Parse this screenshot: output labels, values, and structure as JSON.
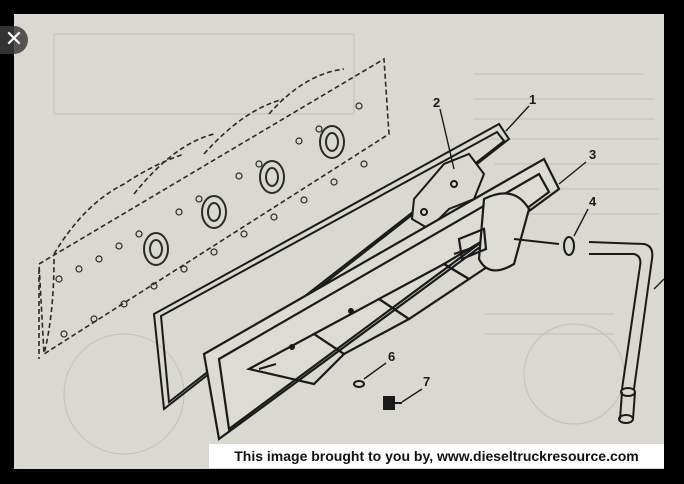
{
  "viewer": {
    "close_glyph": "✕",
    "close_icon": "close-icon"
  },
  "diagram": {
    "callouts": [
      "1",
      "2",
      "3",
      "4",
      "6",
      "7"
    ],
    "credit": "This image brought to you by, www.dieseltruckresource.com"
  },
  "colors": {
    "paper": "#d9d8d1",
    "ink": "#1a1a1a",
    "frame": "#000000",
    "credit_bg": "#ffffff"
  }
}
